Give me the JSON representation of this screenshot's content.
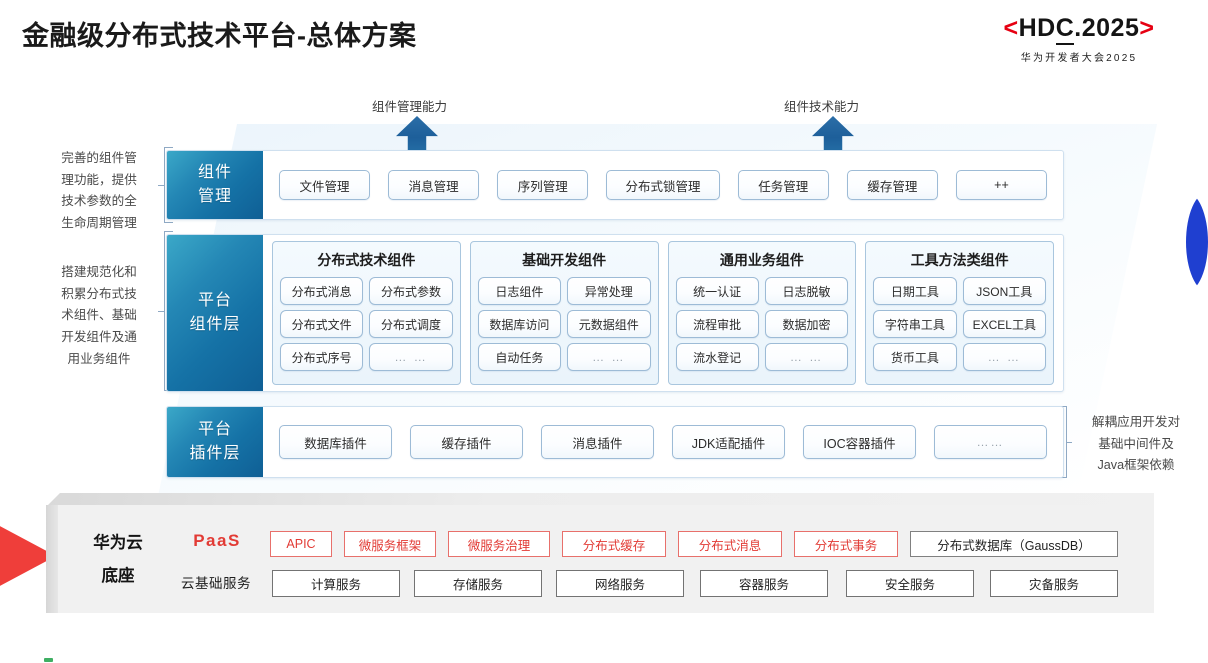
{
  "header": {
    "title": "金融级分布式技术平台-总体方案",
    "logo": {
      "bracket_left": "<",
      "bracket_right": ">",
      "text_pre": "HD",
      "text_underlined": "C",
      "text_post": ".2025",
      "subtitle": "华为开发者大会2025",
      "bracket_color": "#e60012"
    }
  },
  "arrows": [
    {
      "label": "组件管理能力"
    },
    {
      "label": "组件技术能力"
    }
  ],
  "side_notes": {
    "left_top": [
      "完善的组件管",
      "理功能，提供",
      "技术参数的全",
      "生命周期管理"
    ],
    "left_bottom": [
      "搭建规范化和",
      "积累分布式技",
      "术组件、基础",
      "开发组件及通",
      "用业务组件"
    ],
    "right": [
      "解耦应用开发对",
      "基础中间件及",
      "Java框架依赖"
    ]
  },
  "rows": {
    "component_management": {
      "tag": [
        "组件",
        "管理"
      ],
      "items": [
        "文件管理",
        "消息管理",
        "序列管理",
        "分布式锁管理",
        "任务管理",
        "缓存管理",
        "++"
      ]
    },
    "platform_component": {
      "tag": [
        "平台",
        "组件层"
      ],
      "groups": [
        {
          "title": "分布式技术组件",
          "items": [
            "分布式消息",
            "分布式参数",
            "分布式文件",
            "分布式调度",
            "分布式序号",
            "… …"
          ]
        },
        {
          "title": "基础开发组件",
          "items": [
            "日志组件",
            "异常处理",
            "数据库访问",
            "元数据组件",
            "自动任务",
            "… …"
          ]
        },
        {
          "title": "通用业务组件",
          "items": [
            "统一认证",
            "日志脱敏",
            "流程审批",
            "数据加密",
            "流水登记",
            "… …"
          ]
        },
        {
          "title": "工具方法类组件",
          "items": [
            "日期工具",
            "JSON工具",
            "字符串工具",
            "EXCEL工具",
            "货币工具",
            "… …"
          ]
        }
      ]
    },
    "platform_plugin": {
      "tag": [
        "平台",
        "插件层"
      ],
      "items": [
        "数据库插件",
        "缓存插件",
        "消息插件",
        "JDK适配插件",
        "IOC容器插件",
        "……"
      ]
    }
  },
  "cloud_base": {
    "title": [
      "华为云",
      "底座"
    ],
    "paas_label": "PaaS",
    "base_label": "云基础服务",
    "paas_items": [
      {
        "label": "APIC",
        "style": "red"
      },
      {
        "label": "微服务框架",
        "style": "red"
      },
      {
        "label": "微服务治理",
        "style": "red"
      },
      {
        "label": "分布式缓存",
        "style": "red"
      },
      {
        "label": "分布式消息",
        "style": "red"
      },
      {
        "label": "分布式事务",
        "style": "red"
      },
      {
        "label": "分布式数据库（GaussDB）",
        "style": "plain"
      }
    ],
    "base_items": [
      "计算服务",
      "存储服务",
      "网络服务",
      "容器服务",
      "安全服务",
      "灾备服务"
    ]
  },
  "colors": {
    "brand_red": "#e23b35",
    "blue_tag": "#1572a6",
    "arrow_blue": "#1d5f9a",
    "chip_border": "#9dbbd6",
    "panel_gray": "#f1f1f1",
    "accent_blue_lens": "#1f3fd0"
  }
}
